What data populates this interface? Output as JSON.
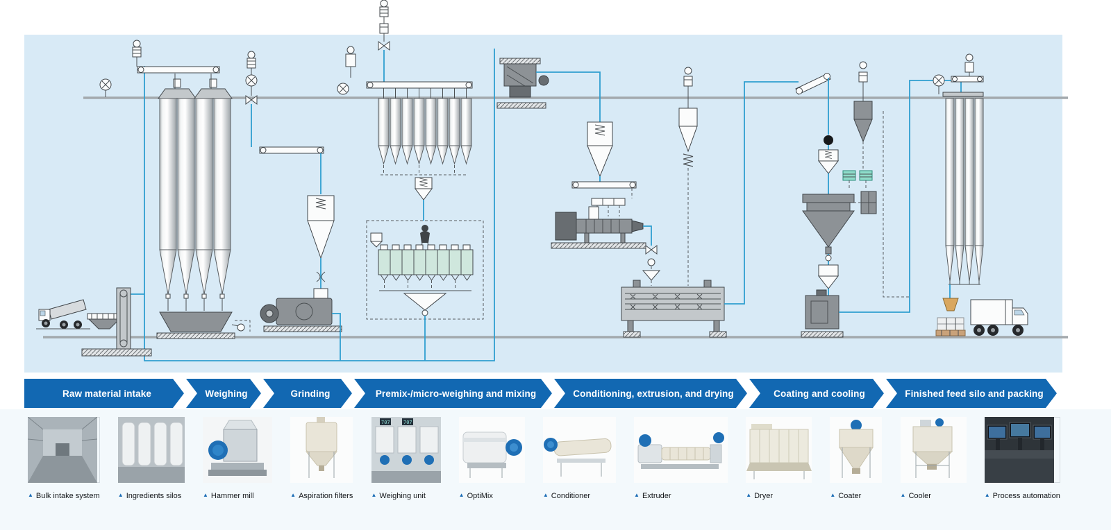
{
  "marker": "▲",
  "stages": [
    "Raw material intake",
    "Weighing",
    "Grinding",
    "Premix-/micro-weighing and mixing",
    "Conditioning, extrusion, and drying",
    "Coating and cooling",
    "Finished feed silo and packing"
  ],
  "equipment": [
    "Bulk intake system",
    "Ingredients silos",
    "Hammer mill",
    "Aspiration filters",
    "Weighing unit",
    "OptiMix",
    "Conditioner",
    "Extruder",
    "Dryer",
    "Coater",
    "Cooler",
    "Process automation"
  ],
  "weighing_display": "707",
  "colors": {
    "banner_blue": "#1268b2",
    "diagram_background": "#d8eaf6",
    "pipe_blue": "#2f9fd0",
    "machine_gray": "#8d9296",
    "accent_triangle": "#1a6cb5",
    "mixer_cells_green": "#cfe7dd",
    "teal_indicator": "#8fdcca"
  }
}
